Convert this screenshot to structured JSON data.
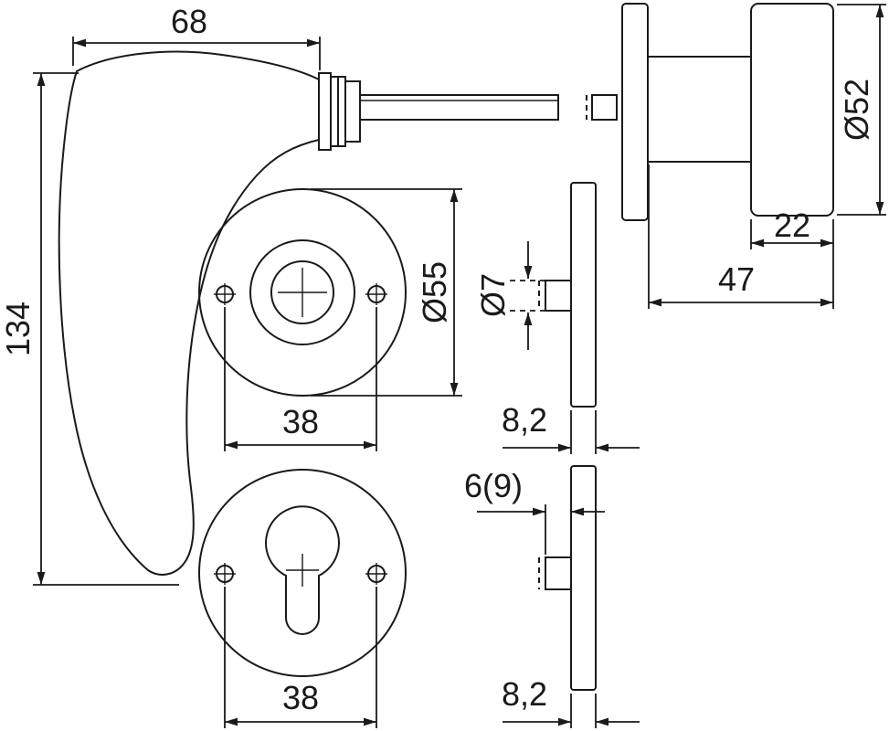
{
  "colors": {
    "line": "#1a1a1a",
    "background": "#ffffff"
  },
  "front_view": {
    "lever_width": "68",
    "overall_height": "134",
    "rosette_diameter": "Ø55",
    "screw_spacing_upper": "38",
    "screw_spacing_lower": "38"
  },
  "side_view": {
    "grip_diameter": "Ø52",
    "grip_depth": "22",
    "projection": "47",
    "pin_diameter": "Ø7",
    "rosette_thickness_upper": "8,2",
    "pin_length": "6(9)",
    "rosette_thickness_lower": "8,2"
  }
}
